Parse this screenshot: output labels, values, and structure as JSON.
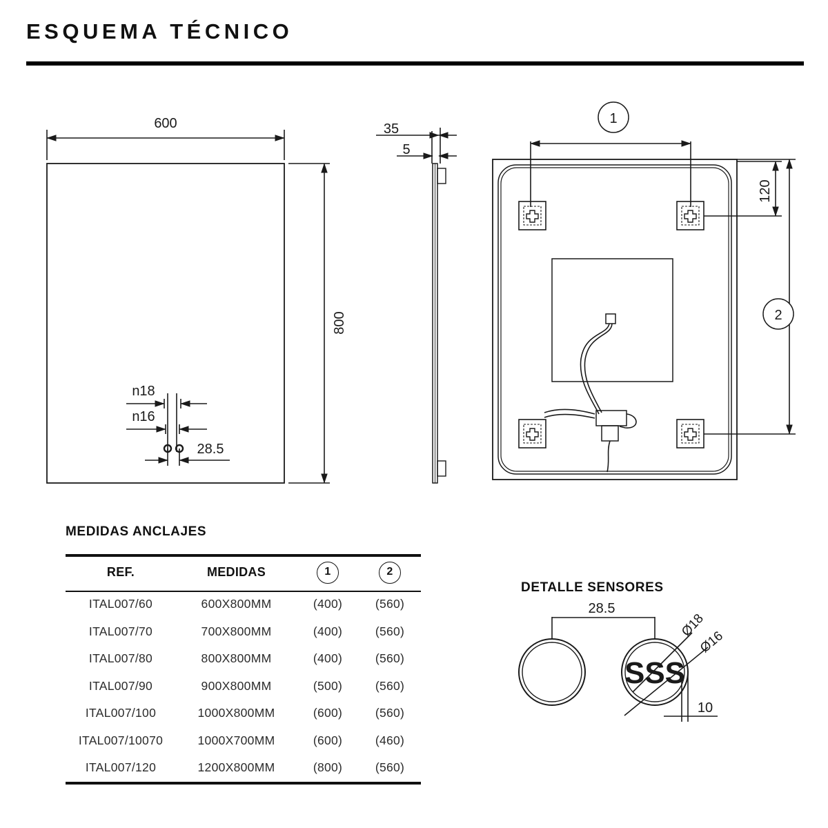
{
  "page": {
    "title": "ESQUEMA TÉCNICO"
  },
  "front_view": {
    "name": "front-elevation",
    "width_label": "600",
    "height_label": "800",
    "sensor_callouts": {
      "outer_diameter": "n18",
      "inner_diameter": "n16",
      "spacing": "28.5"
    }
  },
  "side_view": {
    "name": "side-profile",
    "total_depth": "35",
    "glass_depth": "5"
  },
  "back_view": {
    "name": "rear-elevation",
    "callout_horizontal": "1",
    "callout_vertical": "2",
    "top_offset": "120"
  },
  "anchors_table": {
    "heading": "MEDIDAS ANCLAJES",
    "columns": [
      "REF.",
      "MEDIDAS",
      "1",
      "2"
    ],
    "rows": [
      {
        "ref": "ITAL007/60",
        "medidas": "600X800MM",
        "n1": "(400)",
        "n2": "(560)"
      },
      {
        "ref": "ITAL007/70",
        "medidas": "700X800MM",
        "n1": "(400)",
        "n2": "(560)"
      },
      {
        "ref": "ITAL007/80",
        "medidas": "800X800MM",
        "n1": "(400)",
        "n2": "(560)"
      },
      {
        "ref": "ITAL007/90",
        "medidas": "900X800MM",
        "n1": "(500)",
        "n2": "(560)"
      },
      {
        "ref": "ITAL007/100",
        "medidas": "1000X800MM",
        "n1": "(600)",
        "n2": "(560)"
      },
      {
        "ref": "ITAL007/10070",
        "medidas": "1000X700MM",
        "n1": "(600)",
        "n2": "(460)"
      },
      {
        "ref": "ITAL007/120",
        "medidas": "1200X800MM",
        "n1": "(800)",
        "n2": "(560)"
      }
    ]
  },
  "sensor_detail": {
    "heading": "DETALLE SENSORES",
    "spacing": "28.5",
    "outer_diameter": "Ø18",
    "inner_diameter": "Ø16",
    "depth": "10",
    "sensor_mark": "SSS"
  },
  "colors": {
    "ink": "#1a1a1a",
    "rule": "#000000",
    "paper": "#ffffff"
  }
}
